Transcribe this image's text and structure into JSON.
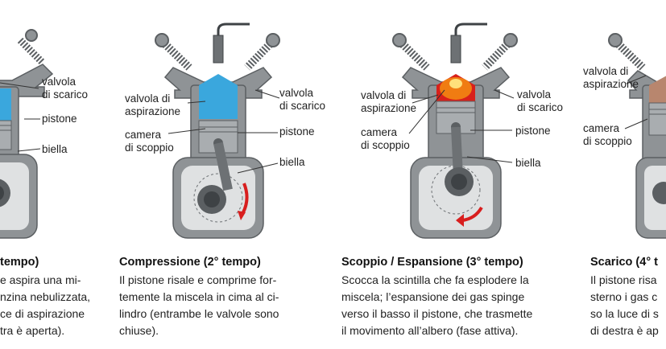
{
  "colors": {
    "engine_gray": "#8f9396",
    "engine_dark": "#5b5f62",
    "cavity": "#dfe1e2",
    "intake_blue": "#3aa7dd",
    "combustion_orange": "#f07c12",
    "combustion_red": "#d8201a",
    "exhaust_brown": "#b8866e",
    "arrow_red": "#d81e1e"
  },
  "panels": [
    {
      "id": "aspirazione",
      "labels": {
        "valvola_scarico_1": "valvola",
        "valvola_scarico_2": "di scarico",
        "pistone": "pistone",
        "biella": "biella"
      },
      "caption": {
        "title": "tempo)",
        "lines": [
          "e aspira una mi-",
          "nzina nebulizzata,",
          "ce di aspirazione",
          "tra è aperta)."
        ]
      }
    },
    {
      "id": "compressione",
      "labels": {
        "valvola_aspirazione_1": "valvola di",
        "valvola_aspirazione_2": "aspirazione",
        "valvola_scarico_1": "valvola",
        "valvola_scarico_2": "di scarico",
        "camera_1": "camera",
        "camera_2": "di scoppio",
        "pistone": "pistone",
        "biella": "biella"
      },
      "caption": {
        "title": "Compressione (2° tempo)",
        "lines": [
          "Il pistone risale e comprime for-",
          "temente la miscela in cima al ci-",
          "lindro (entrambe le valvole sono",
          "chiuse)."
        ]
      }
    },
    {
      "id": "scoppio",
      "labels": {
        "valvola_aspirazione_1": "valvola di",
        "valvola_aspirazione_2": "aspirazione",
        "valvola_scarico_1": "valvola",
        "valvola_scarico_2": "di scarico",
        "camera_1": "camera",
        "camera_2": "di scoppio",
        "pistone": "pistone",
        "biella": "biella"
      },
      "caption": {
        "title": "Scoppio / Espansione (3° tempo)",
        "lines": [
          "Scocca la scintilla che fa esplodere la",
          "miscela; l’espansione dei gas spinge",
          "verso il basso il pistone, che trasmette",
          "il movimento all’albero (fase attiva)."
        ]
      }
    },
    {
      "id": "scarico",
      "labels": {
        "valvola_aspirazione_1": "valvola di",
        "valvola_aspirazione_2": "aspirazione",
        "camera_1": "camera",
        "camera_2": "di scoppio"
      },
      "caption": {
        "title": "Scarico (4° t",
        "lines": [
          "Il pistone risa",
          "sterno i gas c",
          "so la luce di s",
          "di destra è ap"
        ]
      }
    }
  ]
}
